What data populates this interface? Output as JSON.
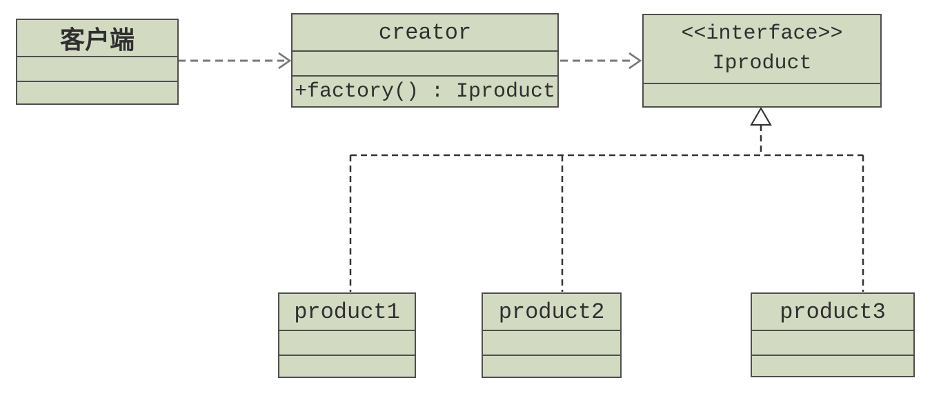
{
  "diagram": {
    "kind": "uml-class-diagram",
    "classes": {
      "client": {
        "title": "客户端"
      },
      "creator": {
        "title": "creator",
        "method": "+factory() : Iproduct"
      },
      "iproduct": {
        "stereotype": "<<interface>>",
        "name": "Iproduct"
      },
      "product1": {
        "title": "product1"
      },
      "product2": {
        "title": "product2"
      },
      "product3": {
        "title": "product3"
      }
    },
    "relations": [
      {
        "from": "客户端",
        "to": "creator",
        "type": "dashed-dependency-arrow"
      },
      {
        "from": "creator",
        "to": "Iproduct",
        "type": "dashed-dependency-arrow"
      },
      {
        "from": "product1",
        "to": "Iproduct",
        "type": "dashed-realization"
      },
      {
        "from": "product2",
        "to": "Iproduct",
        "type": "dashed-realization"
      },
      {
        "from": "product3",
        "to": "Iproduct",
        "type": "dashed-realization"
      }
    ]
  },
  "colors": {
    "background": "#ffffff",
    "box-fill": "#d2dac2",
    "box-border": "#4e4e4e",
    "text": "#2f2f2f",
    "dependency-line": "#787878",
    "realization-line": "#333333",
    "triangle-fill": "#ffffff"
  }
}
